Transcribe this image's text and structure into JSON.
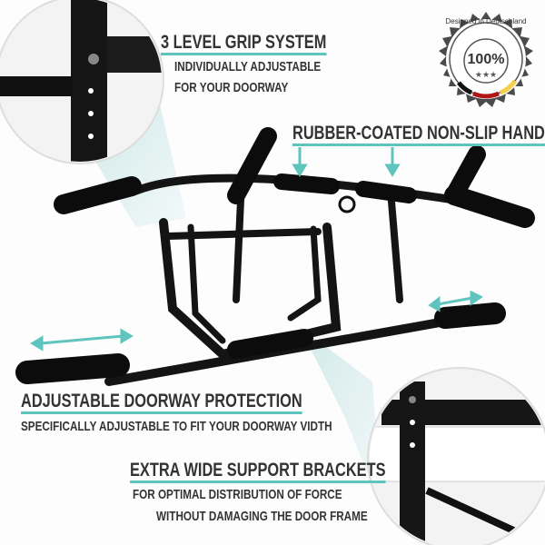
{
  "features": {
    "grip": {
      "title": "3 LEVEL GRIP SYSTEM",
      "line1": "INDIVIDUALLY ADJUSTABLE",
      "line2": "FOR YOUR DOORWAY"
    },
    "handles": {
      "title": "RUBBER-COATED NON-SLIP HANDLES"
    },
    "doorway": {
      "title": "ADJUSTABLE DOORWAY PROTECTION",
      "line1": "SPECIFICALLY ADJUSTABLE TO FIT YOUR DOORWAY VIDTH"
    },
    "brackets": {
      "title": "EXTRA WIDE SUPPORT BRACKETS",
      "line1": "FOR OPTIMAL DISTRIBUTION OF FORCE",
      "line2": "WITHOUT DAMAGING THE DOOR FRAME"
    }
  },
  "seal": {
    "text": "Designed in Deutschland",
    "percent": "100%",
    "stars": "★★★",
    "flag_colors": [
      "#111111",
      "#b01515",
      "#f5cf4a"
    ]
  },
  "colors": {
    "accent": "#5fc4bd",
    "bar": "#1a1a1a",
    "text": "#333333"
  }
}
